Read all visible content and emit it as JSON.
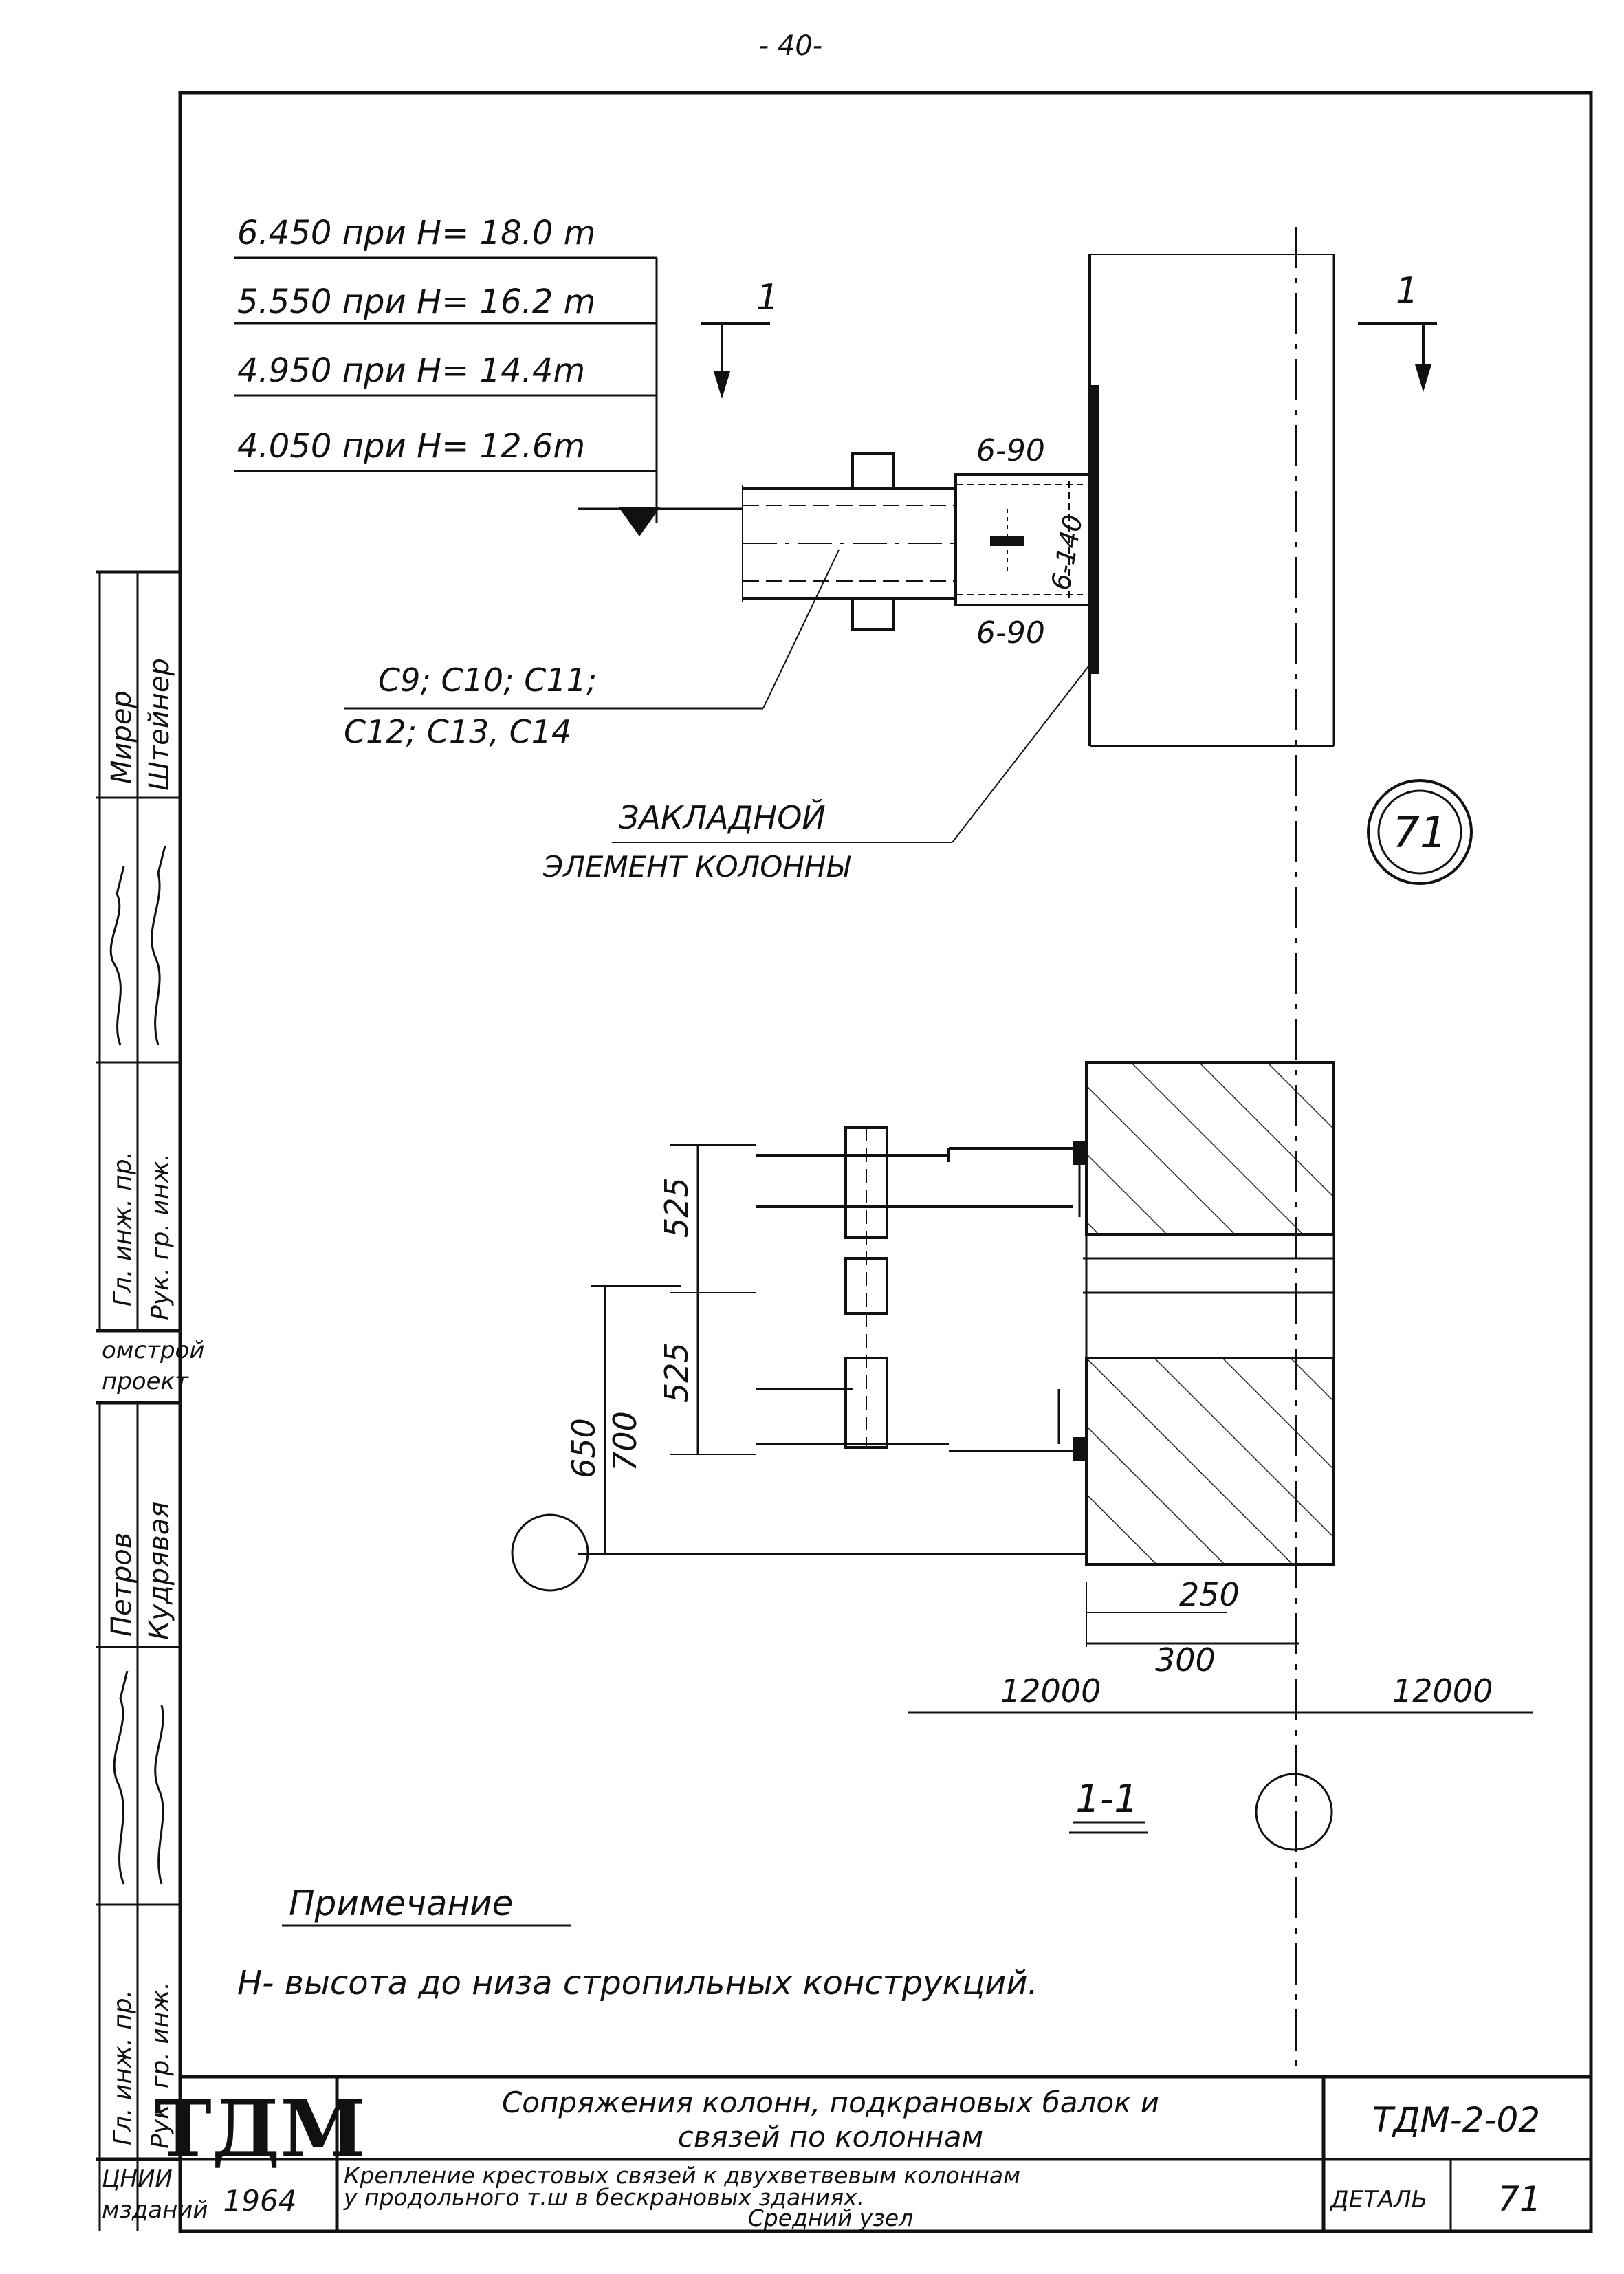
{
  "page_number": "- 40-",
  "elevations": [
    "6.450 при H= 18.0 m",
    "5.550 при H= 16.2 m",
    "4.950 при H= 14.4m",
    "4.050 при H= 12.6m"
  ],
  "section_mark": "1",
  "weld_top": "6-90",
  "weld_bottom": "6-90",
  "weld_side": "6-140",
  "bracing_marks": {
    "line1": "C9; C10; C11;",
    "line2": "C12; C13, C14"
  },
  "embedded_label": {
    "line1": "ЗАКЛАДНОЙ",
    "line2": "ЭЛЕМЕНТ КОЛОННЫ"
  },
  "node_number": "71",
  "dimensions": {
    "d525_top": "525",
    "d525_bottom": "525",
    "d650": "650",
    "d700": "700",
    "d250": "250",
    "d300": "300",
    "span_left": "12000",
    "span_right": "12000"
  },
  "section_title": "1-1",
  "note": {
    "heading": "Примечание",
    "text": "H- высота до низа стропильных конструкций."
  },
  "side_stamp": {
    "names_top": [
      "Мирер",
      "Штейнер"
    ],
    "roles_top": [
      "Гл. инж. пр.",
      "Рук. гр. инж."
    ],
    "org_mid": [
      "омстрой",
      "проект"
    ],
    "names_bottom": [
      "Петров",
      "Кудрявая"
    ],
    "roles_bottom": [
      "Гл. инж. пр.",
      "Рук. гр. инж."
    ],
    "org_bottom": [
      "ЦНИИ",
      "мзданий"
    ]
  },
  "title_block": {
    "logo": "ТДМ",
    "year": "1964",
    "title_line1": "Сопряжения колонн, подкрановых балок и",
    "title_line2": "связей по колоннам",
    "subtitle_line1": "Крепление крестовых связей к двухветвевым колоннам",
    "subtitle_line2": "у продольного т.ш в бескрановых зданиях.",
    "subtitle_line3": "Средний узел",
    "code": "ТДМ-2-02",
    "detail_label": "ДЕТАЛЬ",
    "detail_number": "71"
  }
}
